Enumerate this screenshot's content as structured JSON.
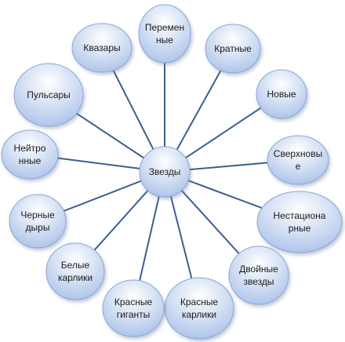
{
  "diagram": {
    "center": {
      "label_lines": [
        "Звезды"
      ]
    },
    "nodes": [
      {
        "id": "peremennye",
        "label_lines": [
          "Перемен",
          "ные"
        ]
      },
      {
        "id": "kratnye",
        "label_lines": [
          "Кратные"
        ]
      },
      {
        "id": "novye",
        "label_lines": [
          "Новые"
        ]
      },
      {
        "id": "sverkhnovye",
        "label_lines": [
          "Сверхновы",
          "е"
        ]
      },
      {
        "id": "nestatsionarnye",
        "label_lines": [
          "Нестациона",
          "рные"
        ]
      },
      {
        "id": "dvoinye",
        "label_lines": [
          "Двойные",
          "звезды"
        ]
      },
      {
        "id": "krasnye-karliki",
        "label_lines": [
          "Красные",
          "карлики"
        ]
      },
      {
        "id": "krasnye-giganty",
        "label_lines": [
          "Красные",
          "гиганты"
        ]
      },
      {
        "id": "belye-karliki",
        "label_lines": [
          "Белые",
          "карлики"
        ]
      },
      {
        "id": "chernye-dyry",
        "label_lines": [
          "Черные",
          "дыры"
        ]
      },
      {
        "id": "neitronnye",
        "label_lines": [
          "Нейтро",
          "нные"
        ]
      },
      {
        "id": "pulsary",
        "label_lines": [
          "Пульсары"
        ]
      },
      {
        "id": "kvazary",
        "label_lines": [
          "Квазары"
        ]
      }
    ],
    "colors": {
      "node_fill_top": "#ffffff",
      "node_fill_bottom": "#a9c1e8",
      "node_stroke": "#8aa6d6",
      "connector": "#3b5f8f",
      "text": "#1a1a1a"
    }
  }
}
